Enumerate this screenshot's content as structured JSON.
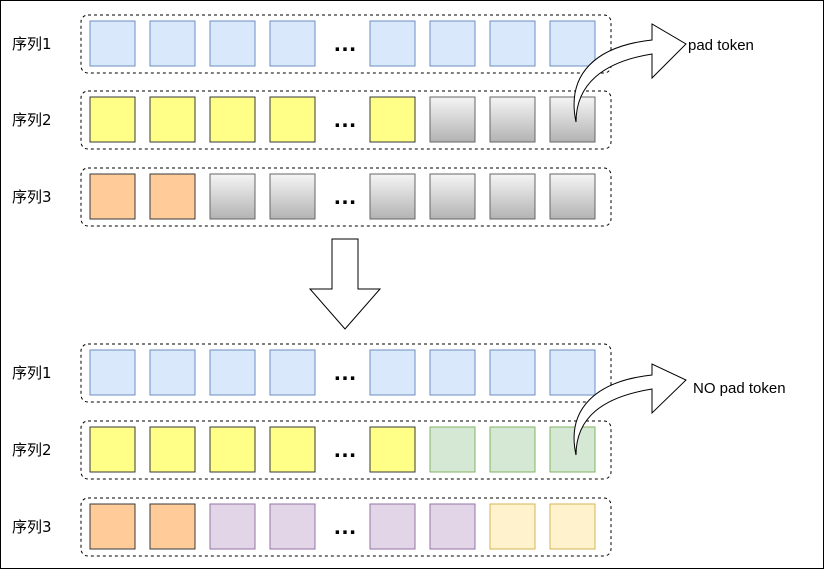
{
  "colors": {
    "blue": {
      "fill": "#dae8fc",
      "stroke": "#6c8ebf"
    },
    "yellow": {
      "fill": "#ffff88",
      "stroke": "#36393d"
    },
    "gray": {
      "fill": "#cccccc",
      "stroke": "#666666",
      "gradient": true
    },
    "orange": {
      "fill": "#ffcc99",
      "stroke": "#36393d"
    },
    "green": {
      "fill": "#d5e8d4",
      "stroke": "#82b366"
    },
    "purple": {
      "fill": "#e1d5e7",
      "stroke": "#9673a6"
    },
    "cream": {
      "fill": "#fff2cc",
      "stroke": "#d6b656"
    }
  },
  "ellipsis": "…",
  "before": {
    "annotation": "pad token",
    "rows": [
      {
        "label": "序列1",
        "tokens": [
          "blue",
          "blue",
          "blue",
          "blue",
          "blue",
          "blue",
          "blue",
          "blue"
        ]
      },
      {
        "label": "序列2",
        "tokens": [
          "yellow",
          "yellow",
          "yellow",
          "yellow",
          "yellow",
          "gray",
          "gray",
          "gray"
        ]
      },
      {
        "label": "序列3",
        "tokens": [
          "orange",
          "orange",
          "gray",
          "gray",
          "gray",
          "gray",
          "gray",
          "gray"
        ]
      }
    ]
  },
  "after": {
    "annotation": "NO pad token",
    "rows": [
      {
        "label": "序列1",
        "tokens": [
          "blue",
          "blue",
          "blue",
          "blue",
          "blue",
          "blue",
          "blue",
          "blue"
        ]
      },
      {
        "label": "序列2",
        "tokens": [
          "yellow",
          "yellow",
          "yellow",
          "yellow",
          "yellow",
          "green",
          "green",
          "green"
        ]
      },
      {
        "label": "序列3",
        "tokens": [
          "orange",
          "orange",
          "purple",
          "purple",
          "purple",
          "purple",
          "cream",
          "cream"
        ]
      }
    ]
  }
}
